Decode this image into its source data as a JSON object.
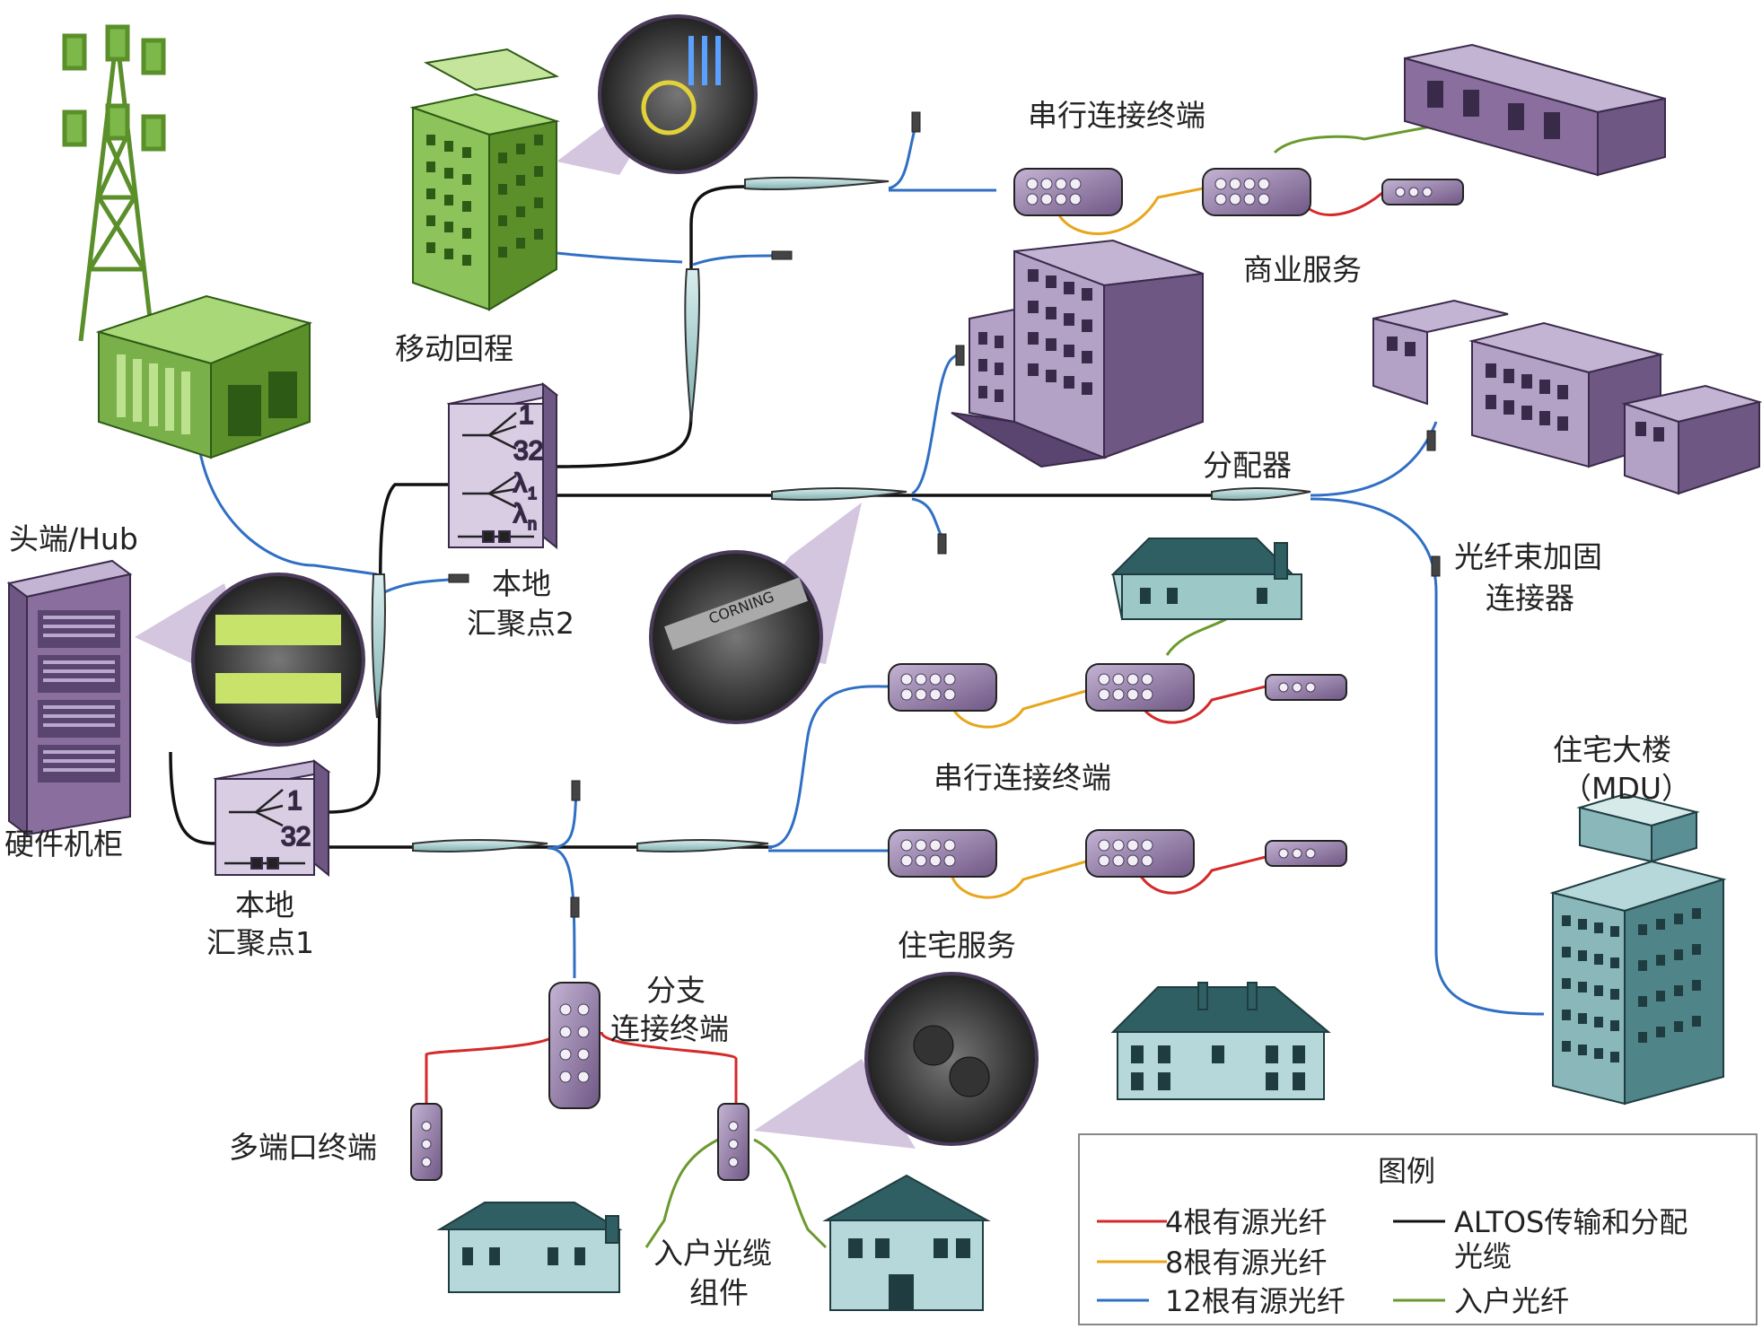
{
  "labels": {
    "headend_hub": "头端/Hub",
    "hardware_cabinet": "硬件机柜",
    "mobile_backhaul": "移动回程",
    "local_agg2_line1": "本地",
    "local_agg2_line2": "汇聚点2",
    "local_agg1_line1": "本地",
    "local_agg1_line2": "汇聚点1",
    "serial_terminal_top": "串行连接终端",
    "business_services": "商业服务",
    "splitter": "分配器",
    "fiber_bundle_line1": "光纤束加固",
    "fiber_bundle_line2": "连接器",
    "serial_terminal_mid": "串行连接终端",
    "residential_services": "住宅服务",
    "mdu_line1": "住宅大楼",
    "mdu_line2": "（MDU）",
    "branch_line1": "分支",
    "branch_line2": "连接终端",
    "multiport_terminal": "多端口终端",
    "drop_line1": "入户光缆",
    "drop_line2": "组件",
    "agg2_port_1": "1",
    "agg2_port_32": "32",
    "agg2_lambda1": "λ",
    "agg2_lambda1_sub": "1",
    "agg2_lambdan": "λ",
    "agg2_lambdan_sub": "n",
    "agg1_port_1": "1",
    "agg1_port_32": "32",
    "corning_brand": "CORNING"
  },
  "legend": {
    "title": "图例",
    "items": [
      {
        "label": "4根有源光纤",
        "color": "#d42a2a"
      },
      {
        "label": "8根有源光纤",
        "color": "#e8a61c"
      },
      {
        "label": "12根有源光纤",
        "color": "#2f6fc4"
      },
      {
        "label": "ALTOS传输和分配",
        "label2": "光缆",
        "color": "#111111"
      },
      {
        "label": "入户光纤",
        "color": "#6a9a2e"
      }
    ]
  },
  "colors": {
    "fiber4": "#d42a2a",
    "fiber8": "#e8a61c",
    "fiber12": "#2f6fc4",
    "altos": "#111111",
    "drop": "#6a9a2e",
    "purple_building": "#8a6f9e",
    "green_building": "#6aa33c",
    "teal_building": "#5a8f96",
    "closure": "#9cc8c8"
  }
}
